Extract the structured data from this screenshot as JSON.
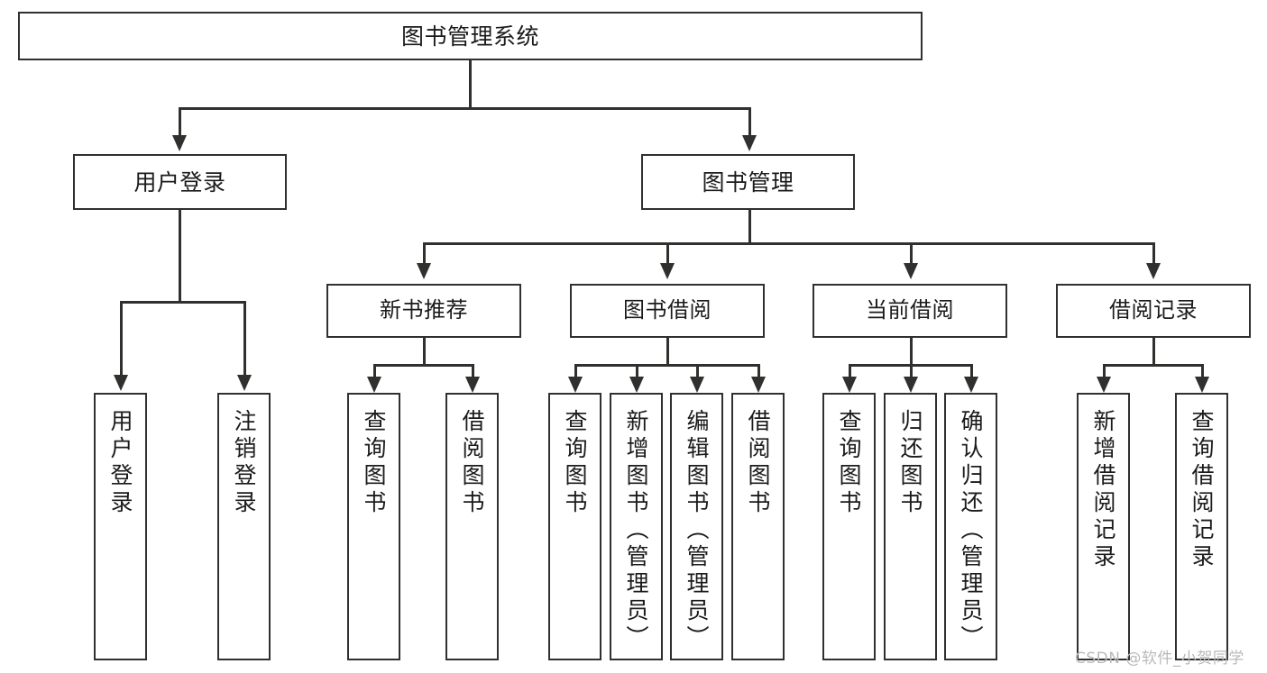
{
  "diagram": {
    "title": "图书管理系统",
    "type": "tree-hierarchy-chart",
    "root": {
      "label": "图书管理系统"
    },
    "level2": [
      {
        "label": "用户登录"
      },
      {
        "label": "图书管理"
      }
    ],
    "level3": [
      {
        "label": "新书推荐"
      },
      {
        "label": "图书借阅"
      },
      {
        "label": "当前借阅"
      },
      {
        "label": "借阅记录"
      }
    ],
    "leaves": {
      "user_login": [
        {
          "label": "用户登录"
        },
        {
          "label": "注销登录"
        }
      ],
      "new_book_recommend": [
        {
          "label": "查询图书"
        },
        {
          "label": "借阅图书"
        }
      ],
      "book_borrow": [
        {
          "label": "查询图书"
        },
        {
          "label": "新增图书（管理员）"
        },
        {
          "label": "编辑图书（管理员）"
        },
        {
          "label": "借阅图书"
        }
      ],
      "current_borrow": [
        {
          "label": "查询图书"
        },
        {
          "label": "归还图书"
        },
        {
          "label": "确认归还（管理员）"
        }
      ],
      "borrow_record": [
        {
          "label": "新增借阅记录"
        },
        {
          "label": "查询借阅记录"
        }
      ]
    }
  },
  "watermark": {
    "text": "CSDN @软件_小贺同学"
  },
  "colors": {
    "border": "#30302f",
    "text": "#1b1b1b",
    "background": "#ffffff",
    "watermark": "#b9b9b9"
  }
}
